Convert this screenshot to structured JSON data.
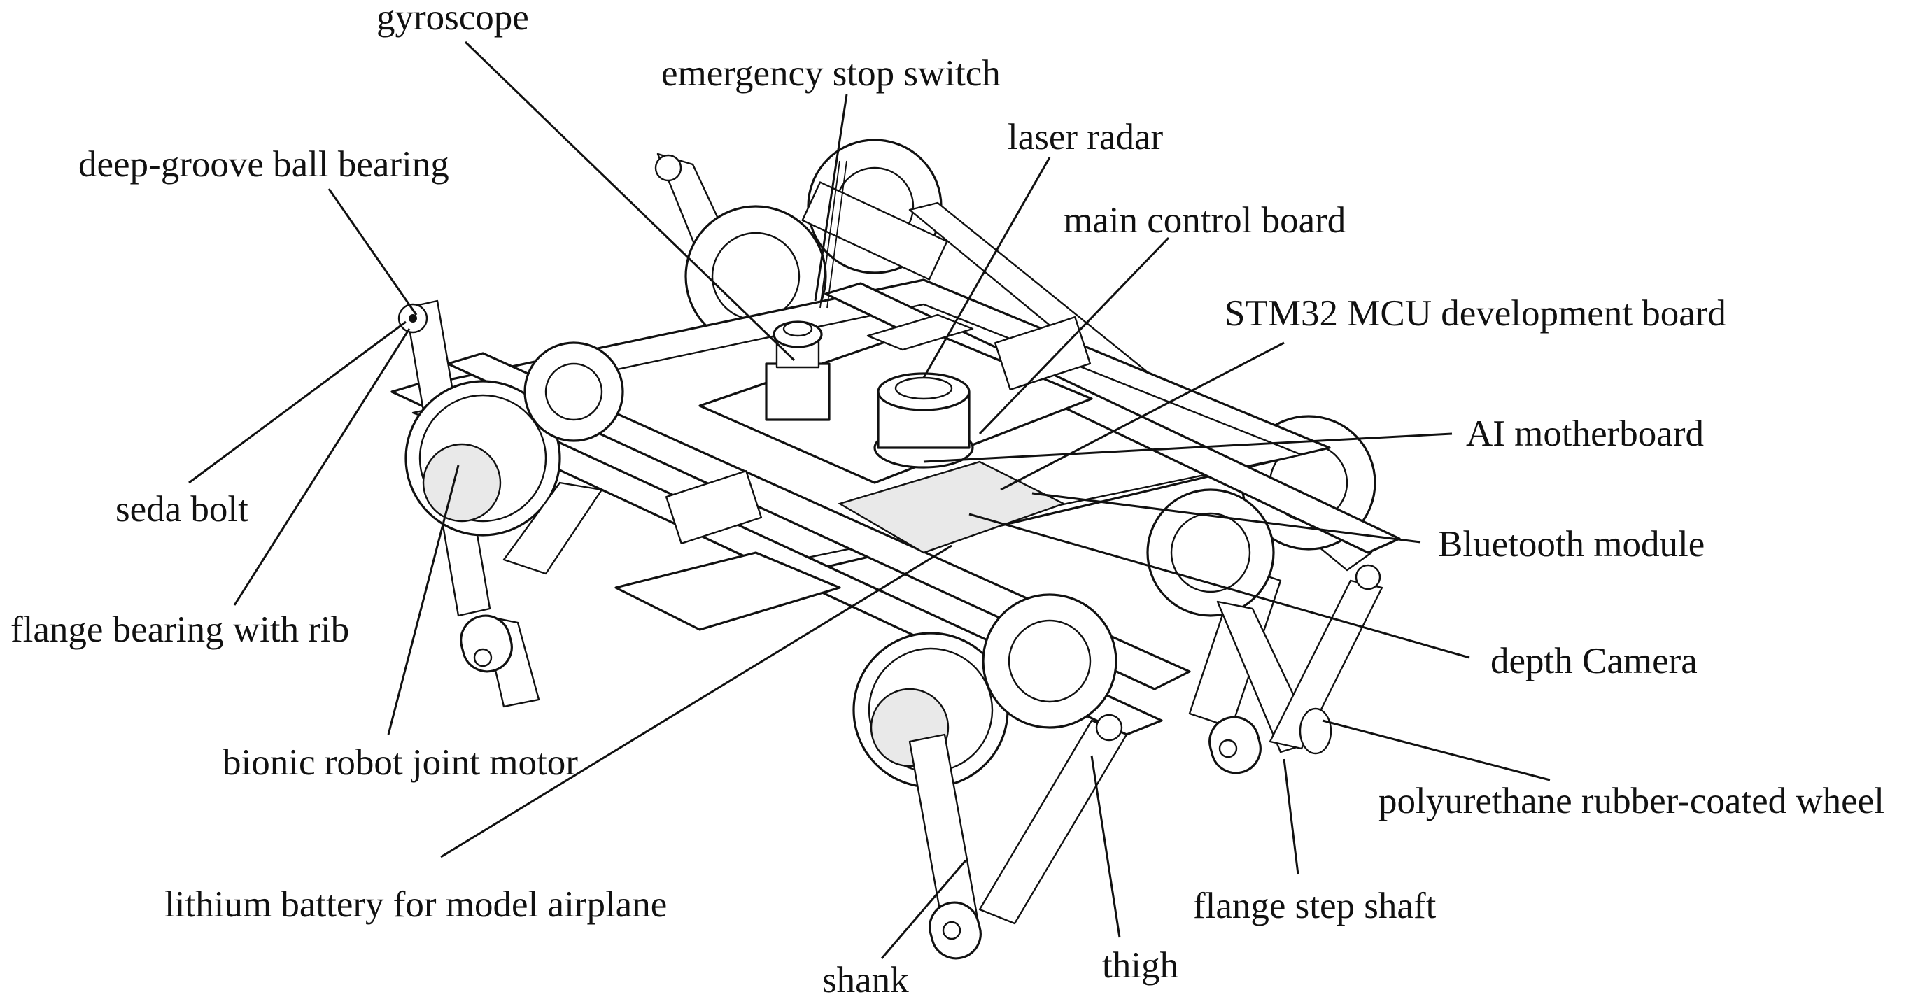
{
  "labels": {
    "gyroscope": "gyroscope",
    "emergency_stop_switch": "emergency stop switch",
    "laser_radar": "laser radar",
    "main_control_board": "main control board",
    "deep_groove_ball_bearing": "deep-groove ball bearing",
    "stm32_board": "STM32 MCU development board",
    "ai_motherboard": "AI motherboard",
    "seda_bolt": "seda bolt",
    "bluetooth_module": "Bluetooth module",
    "flange_bearing_with_rib": "flange bearing with rib",
    "depth_camera": "depth Camera",
    "bionic_robot_joint_motor": "bionic robot joint motor",
    "polyurethane_wheel": "polyurethane rubber-coated wheel",
    "lithium_battery": "lithium battery for model airplane",
    "flange_step_shaft": "flange step shaft",
    "shank": "shank",
    "thigh": "thigh"
  }
}
